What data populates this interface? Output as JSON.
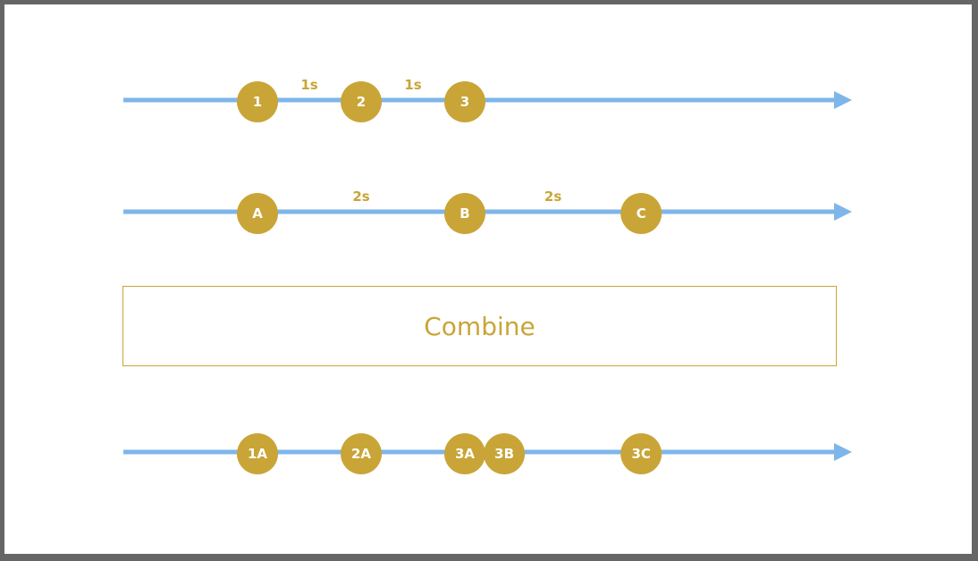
{
  "streams": [
    {
      "id": "numbers",
      "events": [
        {
          "label": "1",
          "t": 0
        },
        {
          "label": "2",
          "t": 1
        },
        {
          "label": "3",
          "t": 2
        }
      ],
      "intervals": [
        {
          "label": "1s",
          "from": 0,
          "to": 1
        },
        {
          "label": "1s",
          "from": 1,
          "to": 2
        }
      ]
    },
    {
      "id": "letters",
      "events": [
        {
          "label": "A",
          "t": 0
        },
        {
          "label": "B",
          "t": 2
        },
        {
          "label": "C",
          "t": 3.7
        }
      ],
      "intervals": [
        {
          "label": "2s",
          "from": 0,
          "to": 2
        },
        {
          "label": "2s",
          "from": 2,
          "to": 3.7
        }
      ]
    }
  ],
  "operator": {
    "label": "Combine"
  },
  "result": {
    "id": "combined",
    "events": [
      {
        "label": "1A",
        "t": 0
      },
      {
        "label": "2A",
        "t": 1
      },
      {
        "label": "3A",
        "t": 2
      },
      {
        "label": "3B",
        "t": 2.38
      },
      {
        "label": "3C",
        "t": 3.7
      }
    ]
  },
  "colors": {
    "timeline": "#7fb6ea",
    "marble": "#c9a537",
    "marble_text": "#ffffff",
    "frame": "#666666",
    "background": "#ffffff"
  }
}
